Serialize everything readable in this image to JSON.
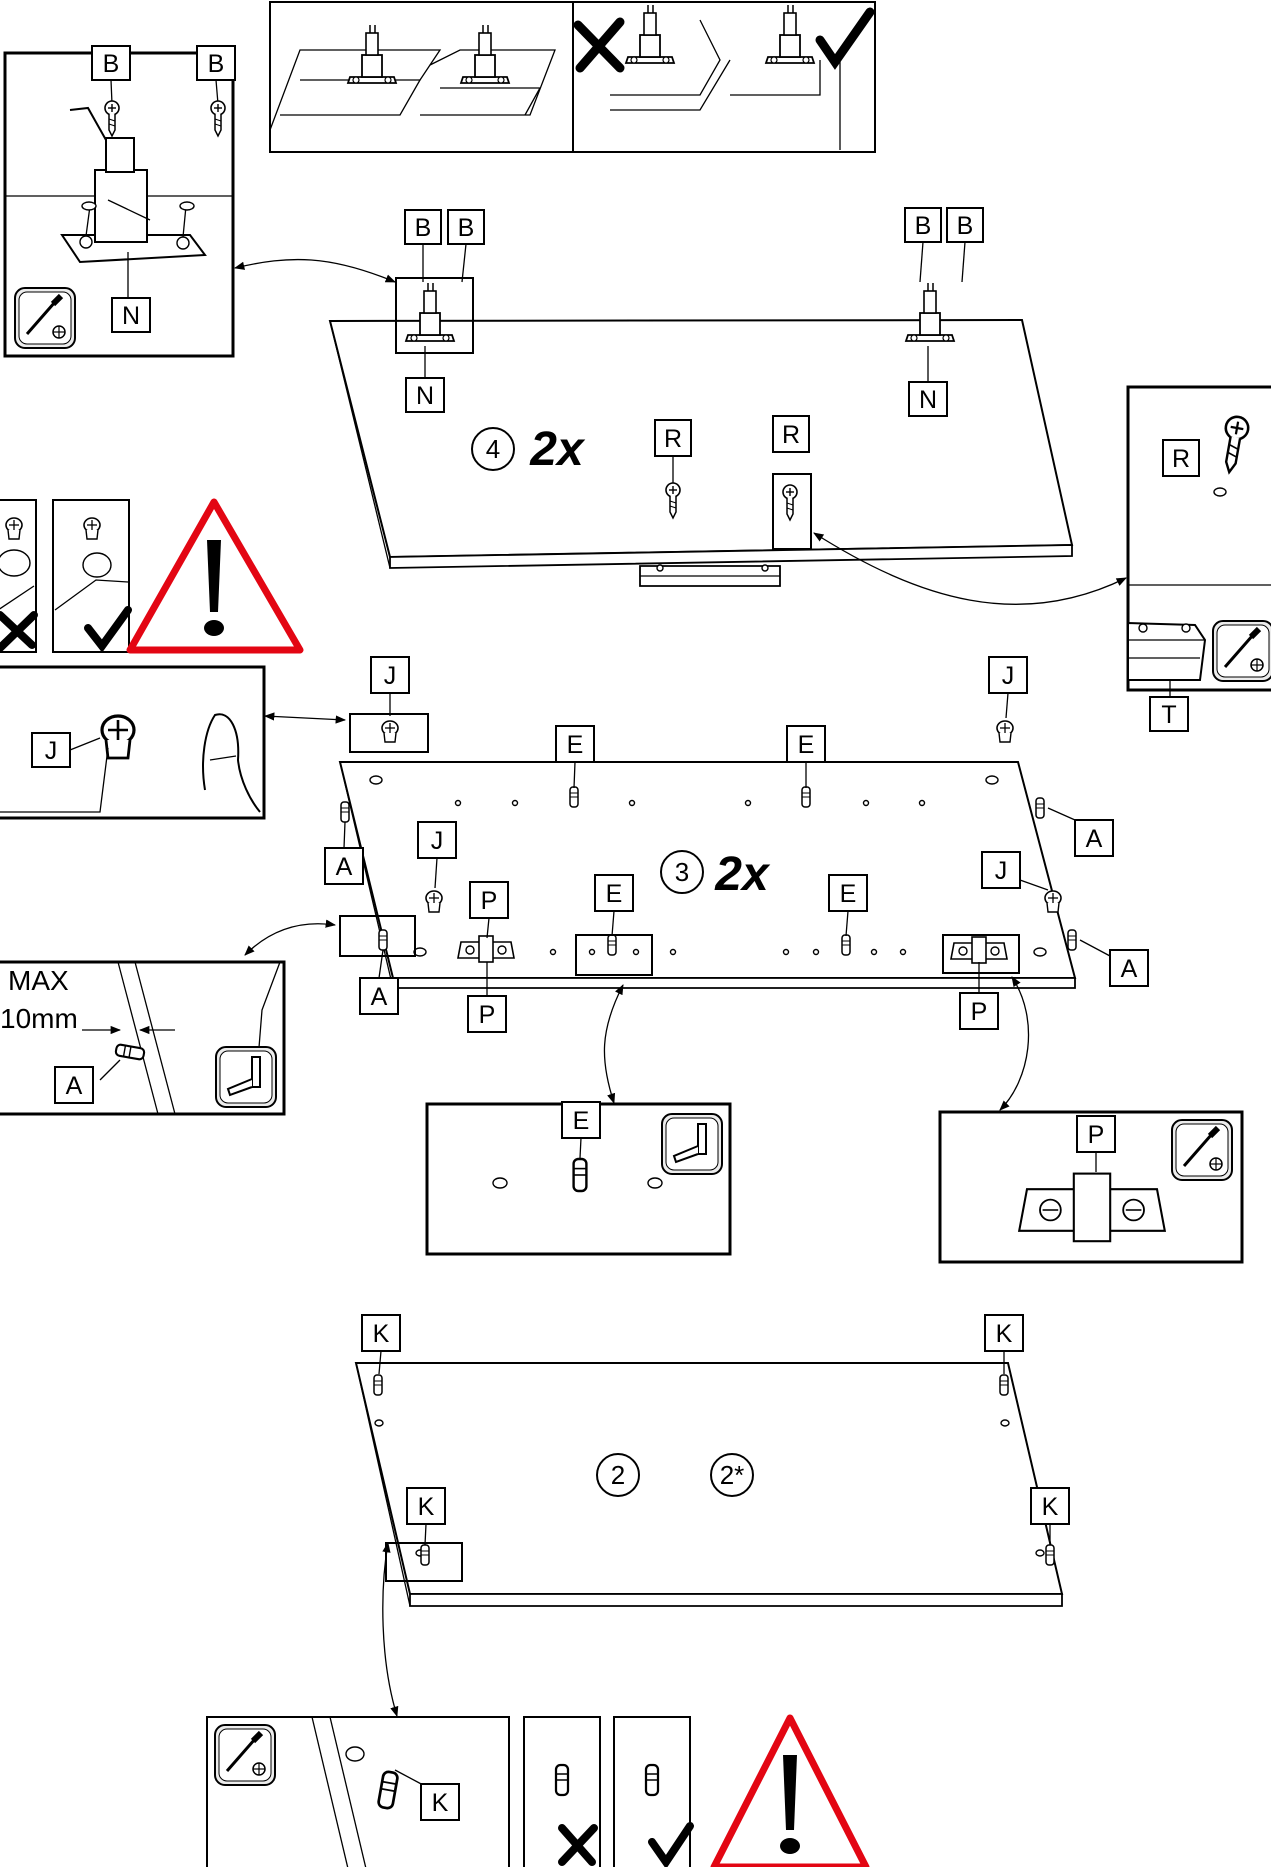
{
  "step4": {
    "number": "4",
    "multiplier": "2x"
  },
  "step3": {
    "number": "3",
    "multiplier": "2x"
  },
  "step2": {
    "number": "2",
    "variant": "2*"
  },
  "parts": {
    "A": "A",
    "B": "B",
    "E": "E",
    "J": "J",
    "K": "K",
    "N": "N",
    "P": "P",
    "R": "R",
    "T": "T"
  },
  "notes": {
    "max_label": "MAX",
    "max_value": "10mm"
  },
  "marks": {
    "wrong": "cross-mark-icon",
    "right": "check-mark-icon",
    "warning": "warning-triangle-icon",
    "tool": "screwdriver-icon",
    "hex_key": "hex-key-icon"
  },
  "colors": {
    "warning_red": "#e30613",
    "line": "#000000",
    "tile": "#ececec"
  }
}
